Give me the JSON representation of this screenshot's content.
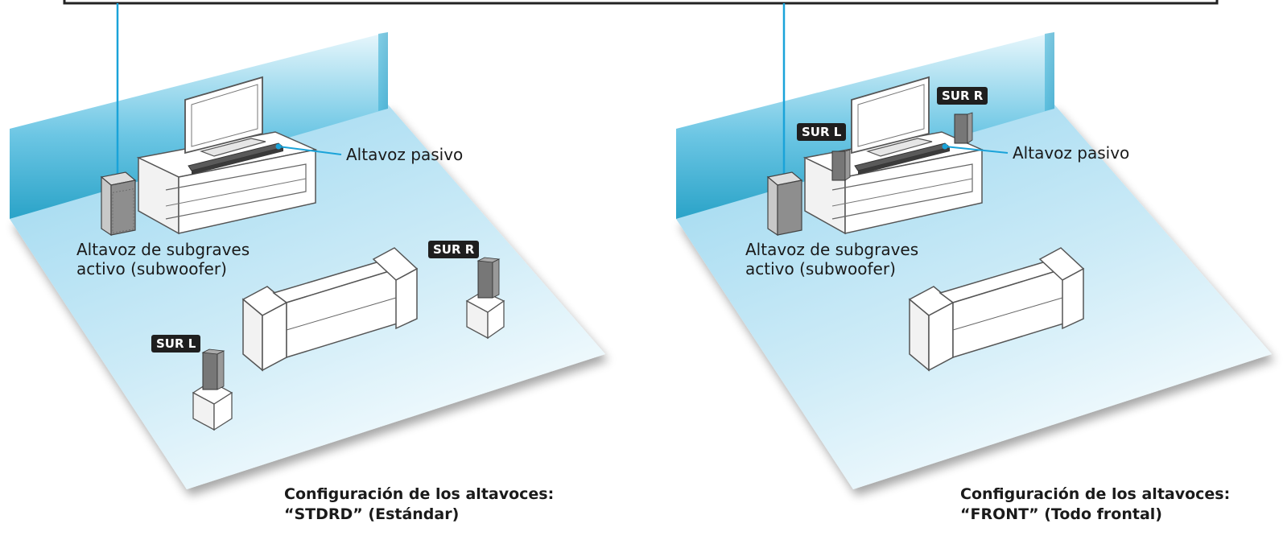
{
  "colors": {
    "wall_dark": "#2aa8cc",
    "wall_light": "#e6f6fc",
    "floor_top": "#9fd9f0",
    "floor_bottom": "#f4fbfe",
    "leader_line": "#1aa3d9",
    "badge_bg": "#1f1f1f",
    "badge_text": "#ffffff",
    "outline": "#555555"
  },
  "panels": [
    {
      "passive_label": "Altavoz pasivo",
      "subwoofer_label_line1": "Altavoz de subgraves",
      "subwoofer_label_line2": "activo (subwoofer)",
      "sur_l": "SUR L",
      "sur_r": "SUR R",
      "caption_line1": "Configuración de los altavoces:",
      "caption_line2": "“STDRD” (Estándar)"
    },
    {
      "passive_label": "Altavoz pasivo",
      "subwoofer_label_line1": "Altavoz de subgraves",
      "subwoofer_label_line2": "activo (subwoofer)",
      "sur_l": "SUR L",
      "sur_r": "SUR R",
      "caption_line1": "Configuración de los altavoces:",
      "caption_line2": "“FRONT” (Todo frontal)"
    }
  ]
}
